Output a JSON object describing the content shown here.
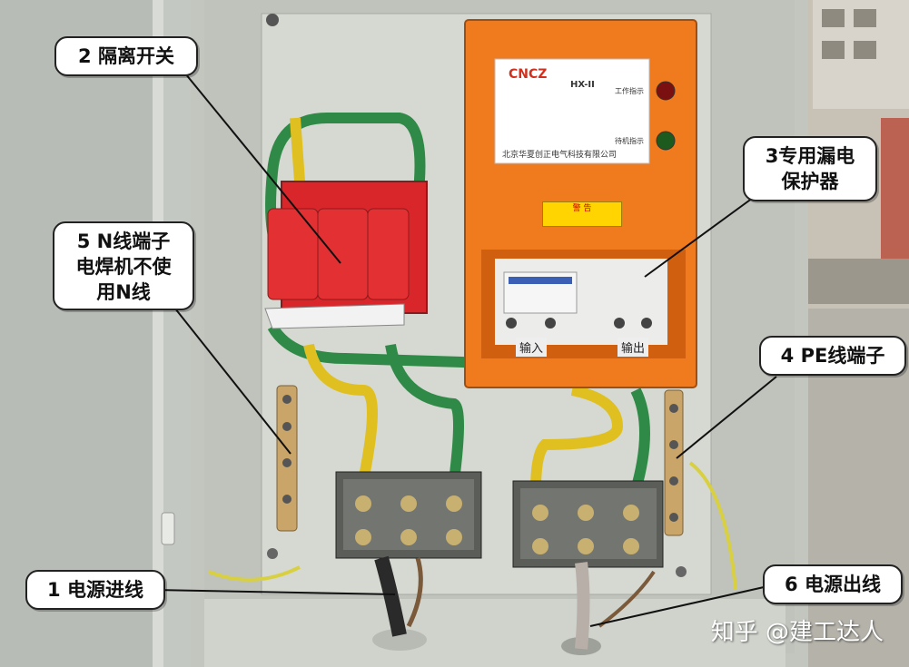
{
  "callouts": {
    "isolation_switch": "2 隔离开关",
    "leakage_protector": [
      "3专用漏电",
      "保护器"
    ],
    "n_terminal": [
      "5 N线端子",
      "电焊机不使",
      "用N线"
    ],
    "pe_terminal": "4 PE线端子",
    "power_in": "1 电源进线",
    "power_out": "6 电源出线"
  },
  "device": {
    "brand": "CNCZ",
    "model": "HX-II",
    "maker": "北京华夏创正电气科技有限公司",
    "work_indicator": "工作指示",
    "standby_indicator": "待机指示",
    "warning_title": "警    告",
    "input_label": "输入",
    "output_label": "输出"
  },
  "watermark": "知乎 @建工达人",
  "colors": {
    "cabinet": "#c9ccc6",
    "backplate": "#d7dad3",
    "protector_box": "#f07a1e",
    "switch_red": "#d9262b",
    "wire_green": "#2f8a47",
    "wire_yellow": "#e0c020"
  }
}
